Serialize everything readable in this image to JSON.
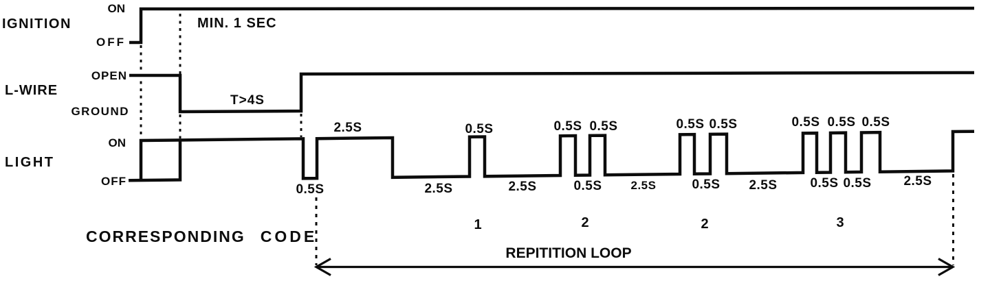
{
  "rows": {
    "ignition": {
      "label": "IGNITION",
      "high": "ON",
      "low": "OFF"
    },
    "lwire": {
      "label": "L-WIRE",
      "high": "OPEN",
      "low": "GROUND"
    },
    "light": {
      "label": "LIGHT",
      "high": "ON",
      "low": "OFF"
    }
  },
  "annotations": {
    "ignition_on_min": "MIN. 1 SEC",
    "lwire_ground_time": "T>4S"
  },
  "timing": {
    "labels_above": [
      {
        "text": "2.5S"
      },
      {
        "text": "0.5S"
      },
      {
        "text": "0.5S"
      },
      {
        "text": "0.5S"
      },
      {
        "text": "0.5S"
      },
      {
        "text": "0.5S"
      },
      {
        "text": "0.5S"
      },
      {
        "text": "0.5S"
      },
      {
        "text": "0.5S"
      }
    ],
    "labels_below": [
      {
        "text": "0.5S"
      },
      {
        "text": "2.5S"
      },
      {
        "text": "2.5S"
      },
      {
        "text": "0.5S"
      },
      {
        "text": "2.5S"
      },
      {
        "text": "0.5S"
      },
      {
        "text": "2.5S"
      },
      {
        "text": "0.5S"
      },
      {
        "text": "0.5S"
      },
      {
        "text": "2.5S"
      }
    ]
  },
  "footer": {
    "corresponding_label": "CORRESPONDING",
    "code_label": "CODE",
    "codes": [
      {
        "value": "1"
      },
      {
        "value": "2"
      },
      {
        "value": "2"
      },
      {
        "value": "3"
      }
    ],
    "loop_label": "REPITITION LOOP"
  }
}
